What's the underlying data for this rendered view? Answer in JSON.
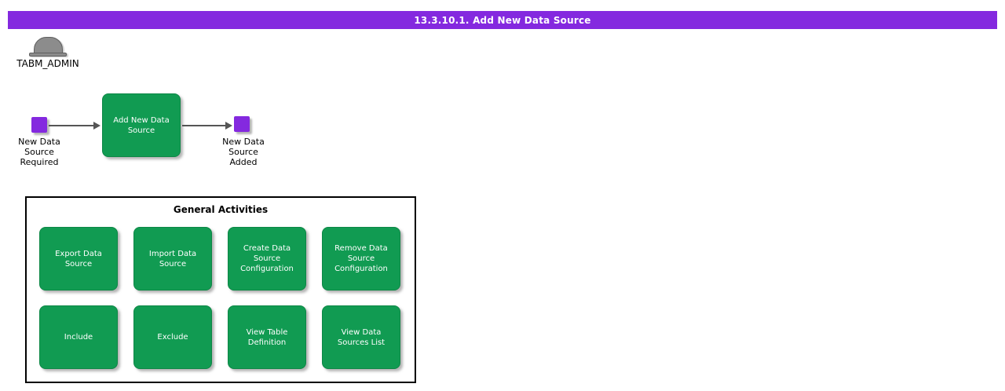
{
  "header": {
    "title": "13.3.10.1. Add New Data Source"
  },
  "actor": {
    "name": "TABM_ADMIN",
    "icon": "bowler-hat-icon"
  },
  "flow": {
    "start_event": {
      "label": "New Data\nSource\nRequired"
    },
    "task": {
      "label": "Add New Data\nSource"
    },
    "end_event": {
      "label": "New Data\nSource\nAdded"
    }
  },
  "general_activities": {
    "title": "General Activities",
    "buttons": [
      "Export Data Source",
      "Import Data Source",
      "Create Data Source Configuration",
      "Remove Data Source Configuration",
      "Include",
      "Exclude",
      "View Table Definition",
      "View Data Sources List"
    ]
  },
  "colors": {
    "accent_purple": "#8429DF",
    "activity_green": "#119B52",
    "arrow_gray": "#555555",
    "actor_gray": "#8C8C8C"
  }
}
